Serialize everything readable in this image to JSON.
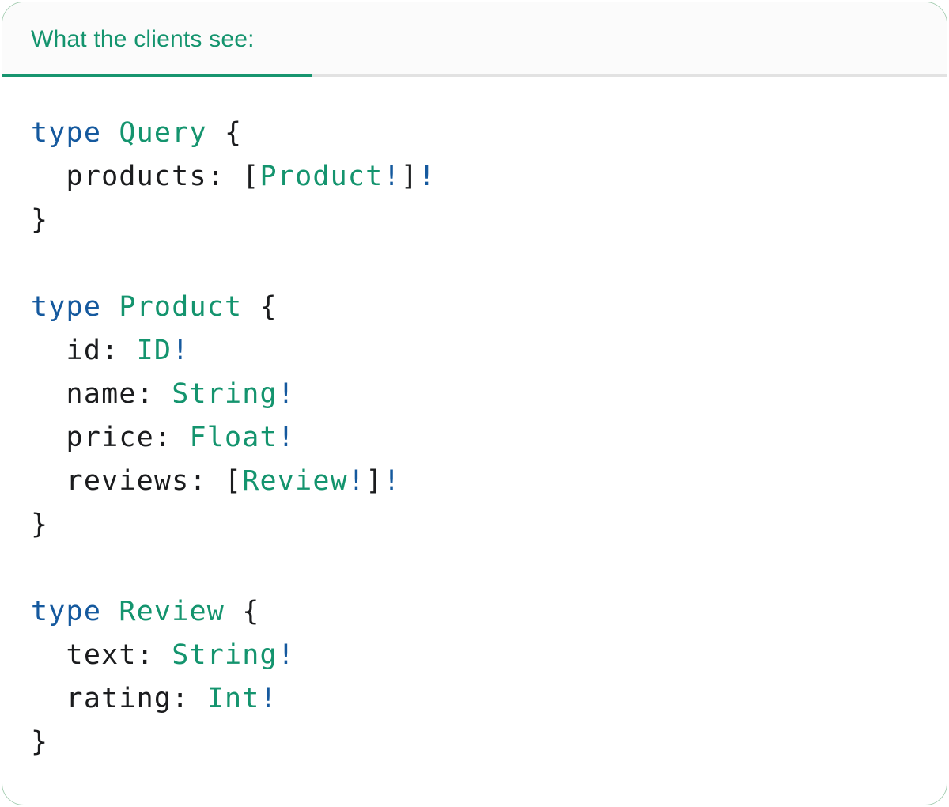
{
  "card": {
    "tab_label": "What the clients see:"
  },
  "colors": {
    "header_text": "#14946E",
    "tab_underline": "#17956F",
    "divider": "#E2E2E2",
    "card_border": "#A9CFB5",
    "header_bg": "#FBFBFB",
    "body_bg": "#FFFFFF",
    "code_keyword": "#15599E",
    "code_type": "#14946E",
    "code_plain": "#1B1C1E"
  },
  "code": {
    "language": "graphql-sdl",
    "text": "type Query {\n  products: [Product!]!\n}\n\ntype Product {\n  id: ID!\n  name: String!\n  price: Float!\n  reviews: [Review!]!\n}\n\ntype Review {\n  text: String!\n  rating: Int!\n}",
    "lines": [
      [
        [
          "kw",
          "type"
        ],
        [
          "pl",
          " "
        ],
        [
          "ty",
          "Query"
        ],
        [
          "pl",
          " {"
        ]
      ],
      [
        [
          "pl",
          "  products: ["
        ],
        [
          "ty",
          "Product"
        ],
        [
          "kw",
          "!"
        ],
        [
          "pl",
          "]"
        ],
        [
          "kw",
          "!"
        ]
      ],
      [
        [
          "pl",
          "}"
        ]
      ],
      [],
      [
        [
          "kw",
          "type"
        ],
        [
          "pl",
          " "
        ],
        [
          "ty",
          "Product"
        ],
        [
          "pl",
          " {"
        ]
      ],
      [
        [
          "pl",
          "  id: "
        ],
        [
          "ty",
          "ID"
        ],
        [
          "kw",
          "!"
        ]
      ],
      [
        [
          "pl",
          "  name: "
        ],
        [
          "ty",
          "String"
        ],
        [
          "kw",
          "!"
        ]
      ],
      [
        [
          "pl",
          "  price: "
        ],
        [
          "ty",
          "Float"
        ],
        [
          "kw",
          "!"
        ]
      ],
      [
        [
          "pl",
          "  reviews: ["
        ],
        [
          "ty",
          "Review"
        ],
        [
          "kw",
          "!"
        ],
        [
          "pl",
          "]"
        ],
        [
          "kw",
          "!"
        ]
      ],
      [
        [
          "pl",
          "}"
        ]
      ],
      [],
      [
        [
          "kw",
          "type"
        ],
        [
          "pl",
          " "
        ],
        [
          "ty",
          "Review"
        ],
        [
          "pl",
          " {"
        ]
      ],
      [
        [
          "pl",
          "  text: "
        ],
        [
          "ty",
          "String"
        ],
        [
          "kw",
          "!"
        ]
      ],
      [
        [
          "pl",
          "  rating: "
        ],
        [
          "ty",
          "Int"
        ],
        [
          "kw",
          "!"
        ]
      ],
      [
        [
          "pl",
          "}"
        ]
      ]
    ]
  }
}
